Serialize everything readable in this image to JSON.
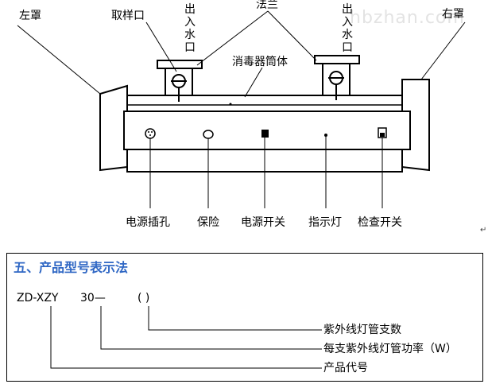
{
  "watermark": "hbzhan.com",
  "labels": {
    "left_cover": "左罩",
    "sample_port": "取样口",
    "inlet_outlet": "出入水口",
    "flange": "法兰",
    "right_cover": "右罩",
    "cylinder": "消毒器筒体",
    "power_socket": "电源插孔",
    "fuse": "保险",
    "power_switch": "电源开关",
    "indicator": "指示灯",
    "check_switch": "检查开关"
  },
  "model_section": {
    "title": "五、产品型号表示法",
    "model_prefix": "ZD-XZY",
    "model_number": "30—",
    "model_paren": "( )",
    "desc_tube_count": "紫外线灯管支数",
    "desc_tube_power": "每支紫外线灯管功率（W）",
    "desc_code": "产品代号"
  },
  "colors": {
    "title": "#2f67c4",
    "line": "#000000"
  }
}
